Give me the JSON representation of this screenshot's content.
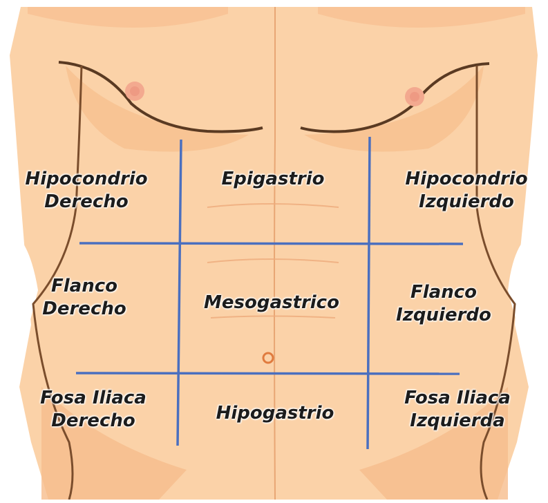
{
  "colors": {
    "skin": "#fbd2a8",
    "skin_shadow": "#f4b486",
    "outline": "#5a3a22",
    "grid_line": "#4a6fbf",
    "background": "#ffffff"
  },
  "regions": {
    "hipocondrio_derecho": {
      "line1": "Hipocondrio",
      "line2": "Derecho"
    },
    "epigastrio": {
      "line1": "Epigastrio"
    },
    "hipocondrio_izquierdo": {
      "line1": "Hipocondrio",
      "line2": "Izquierdo"
    },
    "flanco_derecho": {
      "line1": "Flanco",
      "line2": "Derecho"
    },
    "mesogastrico": {
      "line1": "Mesogastrico"
    },
    "flanco_izquierdo": {
      "line1": "Flanco",
      "line2": "Izquierdo"
    },
    "fosa_iliaca_derecho": {
      "line1": "Fosa Iliaca",
      "line2": "Derecho"
    },
    "hipogastrio": {
      "line1": "Hipogastrio"
    },
    "fosa_iliaca_izquierda": {
      "line1": "Fosa Iliaca",
      "line2": "Izquierda"
    }
  }
}
